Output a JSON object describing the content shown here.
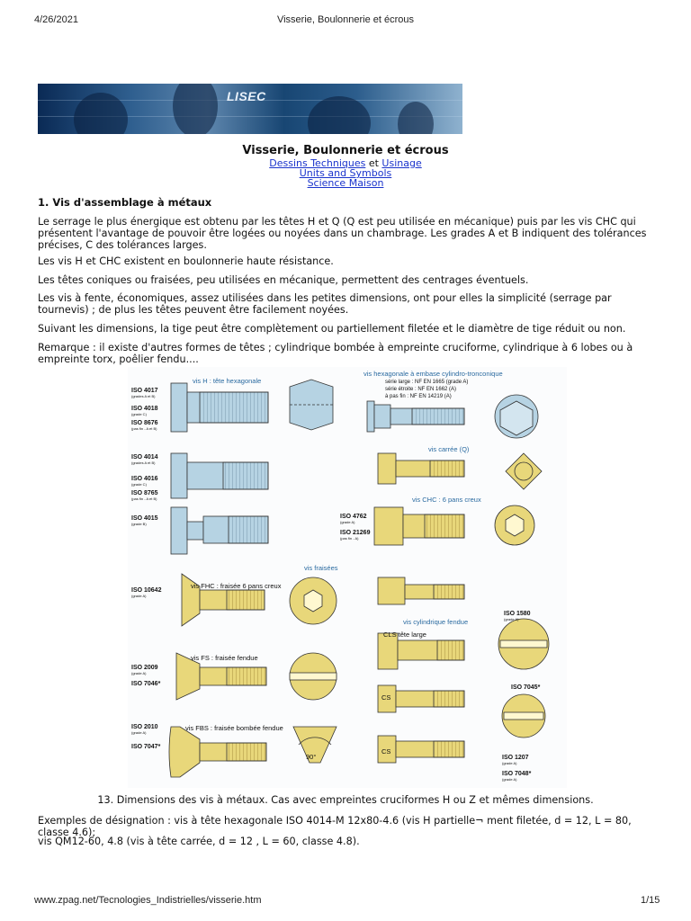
{
  "header": {
    "date": "4/26/2021",
    "title": "Visserie, Boulonnerie et écrous"
  },
  "banner": {
    "logo": "LISEC"
  },
  "page": {
    "title": "Visserie, Boulonnerie et écrous",
    "nav": {
      "link_dessins": "Dessins Techniques",
      "et": "et",
      "link_usinage": "Usinage",
      "link_units": "Units and Symbols",
      "link_science": "Science Maison"
    },
    "section_heading": "1. Vis d'assemblage à métaux",
    "paragraphs": [
      "Le serrage le plus énergique est obtenu par les têtes H et Q (Q est peu utilisée en mécanique) puis par les vis CHC qui présentent l'avantage de pouvoir être logées ou noyées dans un chambrage. Les grades A et B indiquent des tolérances précises, C des tolérances larges.",
      "Les vis H et CHC existent en boulonnerie haute résistance.",
      "Les têtes coniques ou fraisées, peu utilisées en mécanique, permettent des centrages éventuels.",
      "Les vis à fente, économiques, assez utilisées dans les petites dimensions, ont pour elles la simplicité (serrage par tournevis) ; de plus les têtes peuvent être facilement noyées.",
      "Suivant les dimensions, la tige peut être complètement ou partiellement filetée et le diamètre de tige réduit ou non.",
      "Remarque : il existe d'autres formes de têtes ; cylindrique bombée à empreinte cruciforme, cylindrique à 6 lobes ou à empreinte torx, poêlier fendu...."
    ],
    "caption": "13. Dimensions des vis à métaux. Cas avec empreintes cruciformes H ou Z et mêmes dimensions.",
    "examples": [
      "Exemples de désignation : vis à tête hexagonale ISO 4014-M 12x80-4.6 (vis H partielle¬ ment filetée, d = 12, L = 80, classe 4.6);",
      "vis QM12-60, 4.8 (vis à tête carrée, d = 12 , L = 60, classe 4.8)."
    ]
  },
  "figure": {
    "labels": {
      "vis_h": "vis H : tête hexagonale",
      "vis_hex_embase": "vis hexagonale à embase cylindro-tronconique",
      "serie_large": "série large : NF EN 1665 (grade A)",
      "serie_etroite": "série étroite : NF EN 1662 (A)",
      "pas_fin": "à pas fin : NF EN 14219 (A)",
      "vis_carree": "vis carrée (Q)",
      "vis_chc": "vis CHC : 6 pans creux",
      "vis_fraisees": "vis fraisées",
      "vis_fhc": "vis FHC : fraisée 6 pans creux",
      "vis_cyl_fendue": "vis cylindrique fendue",
      "cls_tete_large": "CLS tête large",
      "vis_fs": "vis FS : fraisée fendue",
      "vis_fbs": "vis FBS : fraisée bombée fendue",
      "cs1": "CS",
      "cs2": "CS",
      "angle90": "90°"
    },
    "iso": {
      "iso4017": "ISO 4017",
      "iso4017_g": "(grades A et B)",
      "iso4018": "ISO 4018",
      "iso4018_g": "(grade C)",
      "iso8676": "ISO 8676",
      "iso8676_g": "(pas fin - A et B)",
      "iso4014": "ISO 4014",
      "iso4014_g": "(grades A et B)",
      "iso4016": "ISO 4016",
      "iso4016_g": "(grade C)",
      "iso8765": "ISO 8765",
      "iso8765_g": "(pas fin - A et B)",
      "iso4015": "ISO 4015",
      "iso4015_g": "(grade B)",
      "iso4762": "ISO 4762",
      "iso4762_g": "(grade A)",
      "iso21269": "ISO 21269",
      "iso21269_g": "(pas fin - A)",
      "iso10642": "ISO 10642",
      "iso10642_g": "(grade A)",
      "iso1580": "ISO 1580",
      "iso1580_g": "(grade A)",
      "iso2009": "ISO 2009",
      "iso2009_g": "(grade A)",
      "iso7046": "ISO 7046*",
      "iso7045": "ISO 7045*",
      "iso2010": "ISO 2010",
      "iso2010_g": "(grade A)",
      "iso7047": "ISO 7047*",
      "iso1207": "ISO 1207",
      "iso1207_g": "(grade A)",
      "iso7048": "ISO 7048*",
      "iso7048_g": "(grade A)"
    }
  },
  "footer": {
    "url": "www.zpag.net/Tecnologies_Indistrielles/visserie.htm",
    "page": "1/15"
  }
}
